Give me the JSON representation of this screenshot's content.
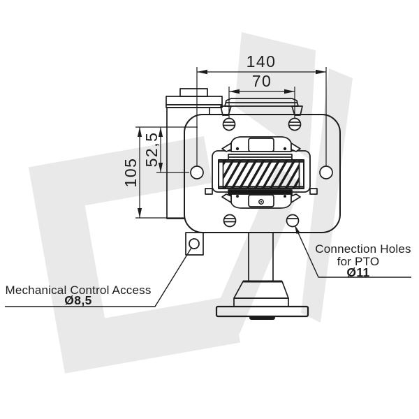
{
  "colors": {
    "line": "#1c1c1c",
    "background": "#ffffff"
  },
  "watermark": {
    "color": "#e9e9e9"
  },
  "dimensions": {
    "total_width": "140",
    "top_hole_spacing": "70",
    "side_hole_offset": "52,5",
    "vertical_hole_spacing": "105"
  },
  "annotations": {
    "pto": {
      "line1": "Connection Holes",
      "line2": "for PTO",
      "diameter": "Ø11"
    },
    "mechanical": {
      "line1": "Mechanical Control Access",
      "diameter": "Ø8,5"
    }
  }
}
